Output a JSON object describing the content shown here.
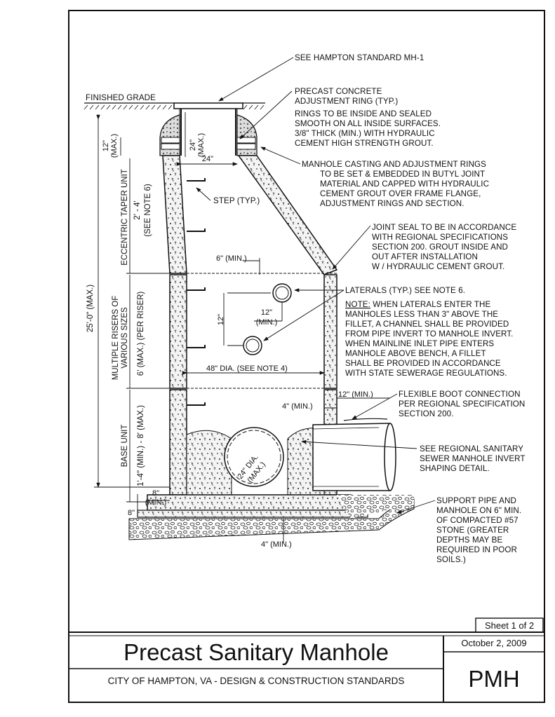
{
  "labels": {
    "hampton_std": "SEE HAMPTON STANDARD MH-1",
    "finished_grade": "FINISHED GRADE",
    "adj_ring": [
      "PRECAST CONCRETE",
      "ADJUSTMENT RING (TYP.)",
      "RINGS TO BE INSIDE AND SEALED",
      "SMOOTH ON ALL INSIDE SURFACES.",
      "3/8\" THICK (MIN.) WITH HYDRAULIC",
      "CEMENT HIGH STRENGTH GROUT."
    ],
    "casting": [
      "MANHOLE CASTING AND ADJUSTMENT RINGS",
      "TO BE SET & EMBEDDED IN BUTYL JOINT",
      "MATERIAL AND CAPPED WITH HYDRAULIC",
      "CEMENT GROUT OVER FRAME FLANGE,",
      "ADJUSTMENT RINGS AND SECTION."
    ],
    "step": "STEP (TYP.)",
    "joint_seal": [
      "JOINT SEAL TO BE  IN ACCORDANCE",
      "WITH REGIONAL SPECIFICATIONS",
      "SECTION 200.  GROUT INSIDE AND",
      "OUT AFTER INSTALLATION",
      "W / HYDRAULIC CEMENT GROUT."
    ],
    "laterals": "LATERALS (TYP.)  SEE NOTE 6.",
    "note": [
      "NOTE:",
      " WHEN LATERALS ENTER THE",
      "MANHOLES LESS THAN 3\" ABOVE THE",
      "FILLET, A CHANNEL SHALL BE PROVIDED",
      "FROM PIPE INVERT TO MANHOLE INVERT.",
      "WHEN MAINLINE INLET PIPE ENTERS",
      "MANHOLE ABOVE BENCH, A FILLET",
      "SHALL BE PROVIDED IN ACCORDANCE",
      "WITH STATE SEWERAGE REGULATIONS."
    ],
    "boot": [
      "FLEXIBLE BOOT CONNECTION",
      "PER REGIONAL SPECIFICATION",
      "SECTION 200."
    ],
    "invert": [
      "SEE REGIONAL SANITARY",
      "SEWER MANHOLE INVERT",
      "SHAPING DETAIL."
    ],
    "support": [
      "SUPPORT PIPE AND",
      "MANHOLE ON 6\" MIN.",
      "OF COMPACTED #57",
      "STONE (GREATER",
      "DEPTHS MAY BE",
      "REQUIRED IN  POOR",
      "SOILS.)"
    ]
  },
  "dims": {
    "d24_max": "24\"",
    "d24_max_sub": "(MAX.)",
    "d24": "24\"",
    "d12_max": "12\"",
    "d12_max_sub": "(MAX.)",
    "d6_min": "6\" (MIN.)",
    "d12": "12\"",
    "d12_min": "12\"",
    "d12_min_sub": "(MIN.)",
    "dia48": "48\" DIA. (SEE NOTE 4)",
    "d4_min": "4\" (MIN.)",
    "d12_min_r": "12\" (MIN.)",
    "pipe24": "24\" DIA.",
    "pipe24_sub": "(MAX.)",
    "d8_min": "8\"",
    "d8_min_sub": "(MIN.)",
    "d8": "8\"",
    "d4_min_b": "4\" (MIN.)",
    "total": "25'-0\" (MAX.)",
    "taper_unit": "ECCENTRIC TAPER UNIT",
    "taper_dim": "2' - 4'",
    "taper_note": "(SEE NOTE 6)",
    "risers": "MULTIPLE RISERS OF",
    "risers2": "VARIOUS SIZES",
    "riser_dim": "6' (MAX.) (PER RISER)",
    "base_unit": "BASE UNIT",
    "base_dim": "1'-4\" (MIN.) - 8' (MAX.)"
  },
  "title_block": {
    "sheet": "Sheet 1 of 2",
    "title": "Precast  Sanitary  Manhole",
    "date": "October 2, 2009",
    "subtitle": "CITY OF HAMPTON, VA - DESIGN & CONSTRUCTION STANDARDS",
    "code": "PMH"
  }
}
